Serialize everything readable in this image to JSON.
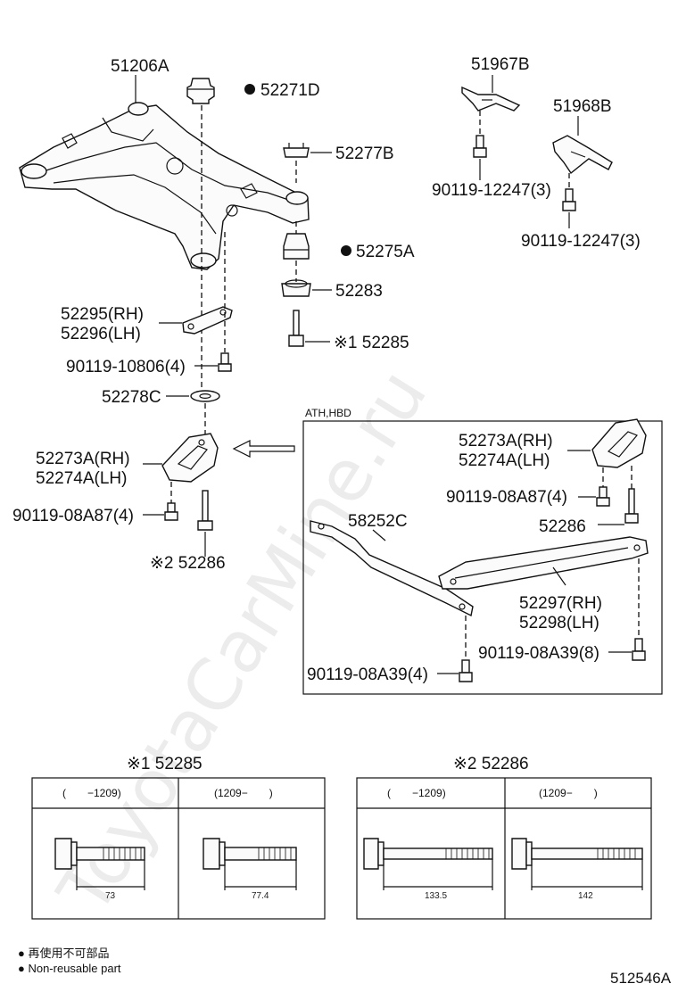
{
  "watermark": "ToyotaCarMine.ru",
  "callouts": {
    "c51206A": "51206A",
    "c52271D": "52271D",
    "c52277B": "52277B",
    "c52275A": "52275A",
    "c52283": "52283",
    "c52285": "※1 52285",
    "c52295": "52295(RH)",
    "c52296": "52296(LH)",
    "c90119_10806": "90119-10806(4)",
    "c52278C": "52278C",
    "c52273A_left": "52273A(RH)",
    "c52274A_left": "52274A(LH)",
    "c90119_08A87_left": "90119-08A87(4)",
    "c52286_left": "※2 52286",
    "c51967B": "51967B",
    "c90119_12247_a": "90119-12247(3)",
    "c51968B": "51968B",
    "c90119_12247_b": "90119-12247(3)",
    "inset_title": "ATH,HBD",
    "c52273A_inset": "52273A(RH)",
    "c52274A_inset": "52274A(LH)",
    "c90119_08A87_inset": "90119-08A87(4)",
    "c52286_inset": "52286",
    "c58252C": "58252C",
    "c52297": "52297(RH)",
    "c52298": "52298(LH)",
    "c90119_08A39_8": "90119-08A39(8)",
    "c90119_08A39_4": "90119-08A39(4)"
  },
  "tables": {
    "t1": {
      "title": "※1 52285",
      "col1": "(　　−1209)",
      "col2": "(1209−　　)",
      "len1": "73",
      "len2": "77.4"
    },
    "t2": {
      "title": "※2 52286",
      "col1": "(　　−1209)",
      "col2": "(1209−　　)",
      "len1": "133.5",
      "len2": "142"
    }
  },
  "legend": {
    "line1": "● 再使用不可部品",
    "line2": "● Non-reusable part"
  },
  "figure_code": "512546A"
}
